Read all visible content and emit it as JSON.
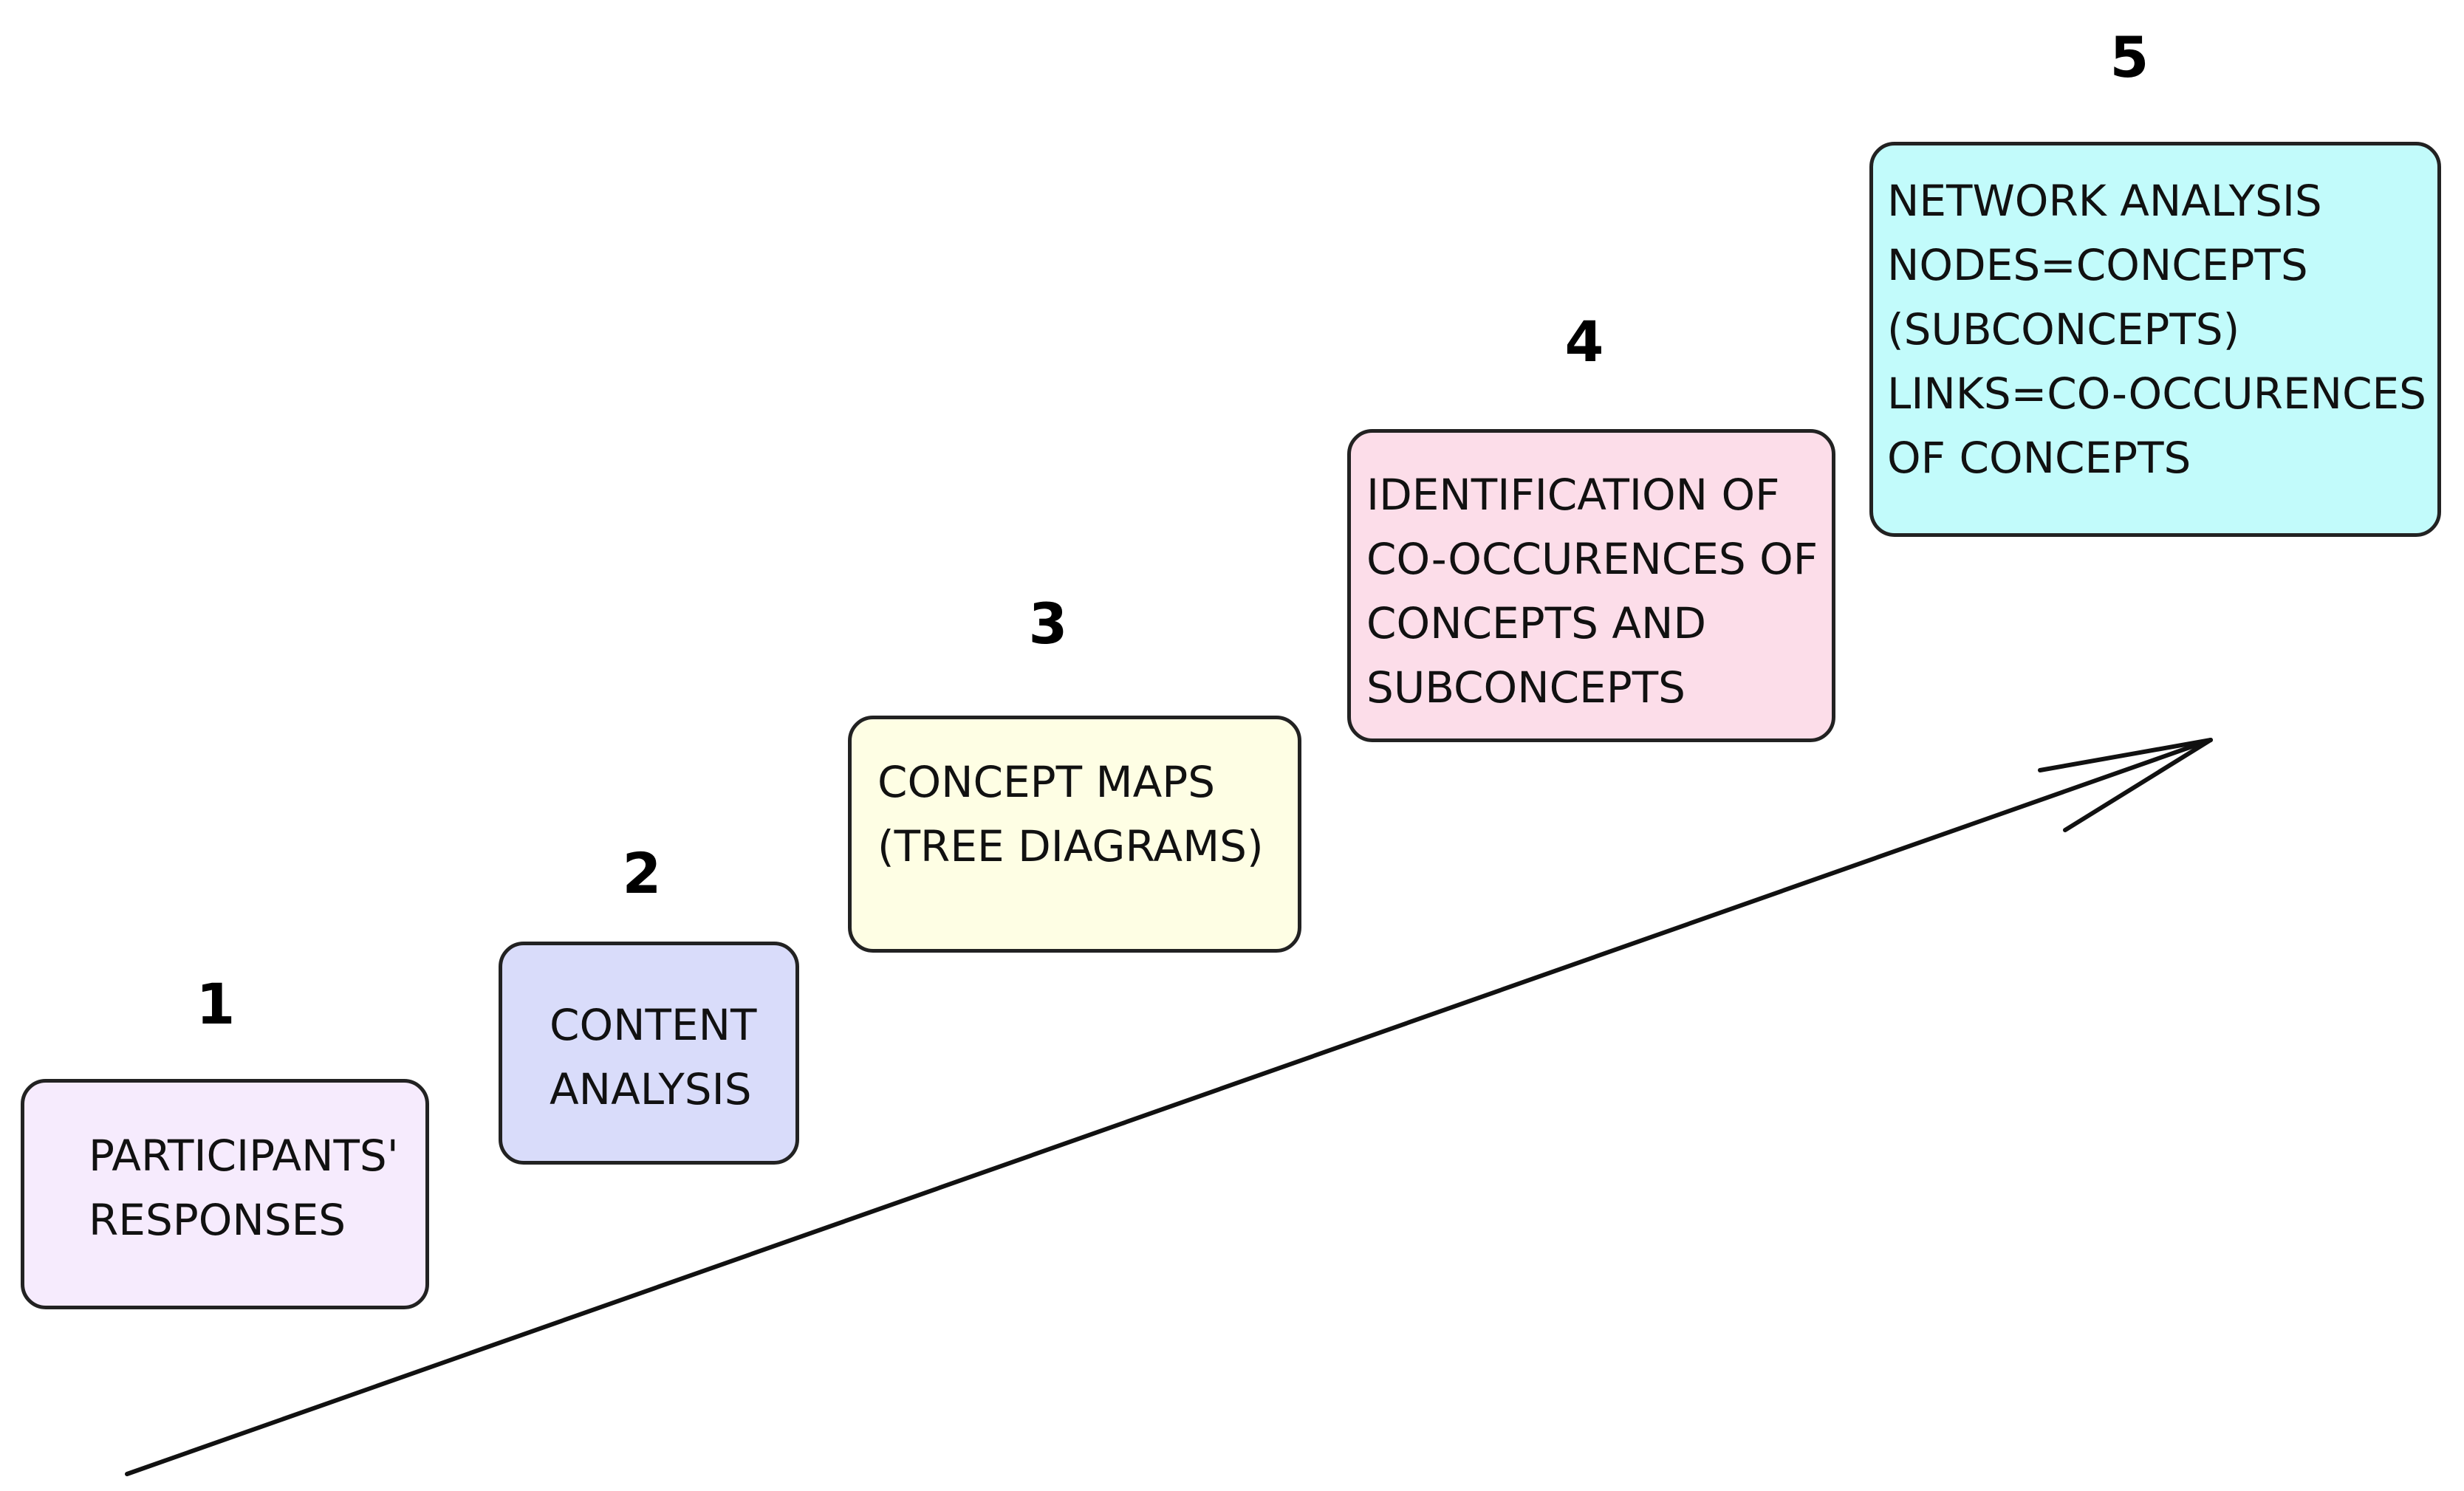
{
  "colors": {
    "step1_fill": "#f6ebfd",
    "step2_fill": "#d9dcfa",
    "step3_fill": "#fefee4",
    "step4_fill": "#fcdde9",
    "step5_fill": "#c2fbfb",
    "border": "#222222",
    "arrow": "#111111"
  },
  "steps": [
    {
      "number": "1",
      "lines": [
        "PARTICIPANTS'",
        "RESPONSES"
      ]
    },
    {
      "number": "2",
      "lines": [
        "CONTENT",
        "ANALYSIS"
      ]
    },
    {
      "number": "3",
      "lines": [
        "CONCEPT MAPS",
        "(TREE DIAGRAMS)"
      ]
    },
    {
      "number": "4",
      "lines": [
        "IDENTIFICATION OF",
        "CO-OCCURENCES OF",
        "CONCEPTS AND",
        "SUBCONCEPTS"
      ]
    },
    {
      "number": "5",
      "lines": [
        "NETWORK ANALYSIS",
        "NODES=CONCEPTS",
        "(SUBCONCEPTS)",
        "LINKS=CO-OCCURENCES",
        "OF CONCEPTS"
      ]
    }
  ],
  "arrow": {
    "icon": "arrow-up-right-icon"
  }
}
